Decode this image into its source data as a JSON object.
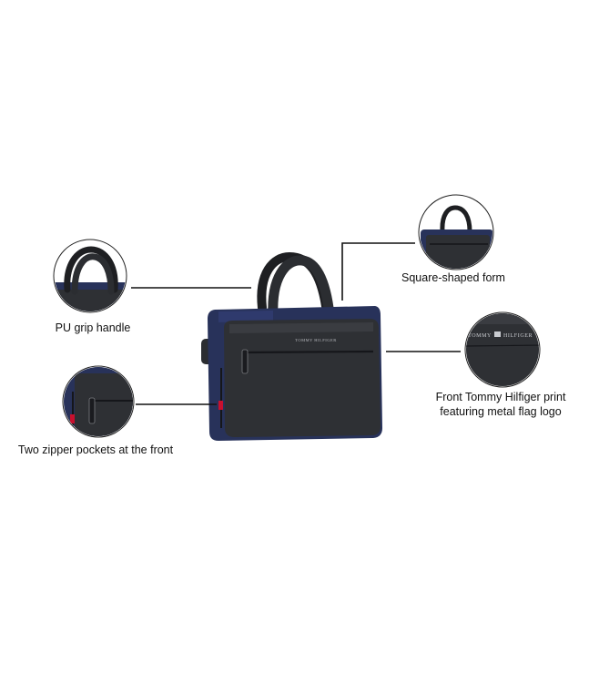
{
  "product": {
    "brand_print": "TOMMY HILFIGER",
    "colors": {
      "leather": "#2b2d31",
      "leather_light": "#3a3c41",
      "fabric": "#28325a",
      "fabric_light": "#34407a",
      "zipper": "#7a7c80"
    }
  },
  "callouts": [
    {
      "id": "handle",
      "label": "PU grip handle"
    },
    {
      "id": "pockets",
      "label": "Two zipper pockets at the front"
    },
    {
      "id": "form",
      "label": "Square-shaped form"
    },
    {
      "id": "logo",
      "label_line1": "Front Tommy Hilfiger print",
      "label_line2": "featuring metal flag logo",
      "logo_left": "TOMMY",
      "logo_right": "HILFIGER"
    }
  ]
}
